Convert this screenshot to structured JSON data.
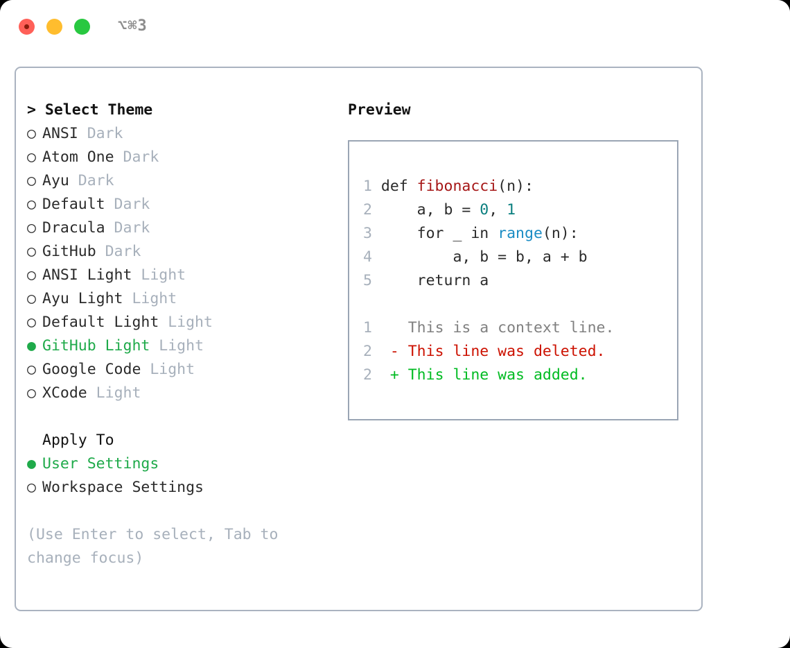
{
  "titlebar": {
    "shortcut": "⌥⌘3",
    "buttons": {
      "close": "close-button",
      "minimize": "minimize-button",
      "maximize": "maximize-button"
    },
    "colors": {
      "close": "#ff6058",
      "minimize": "#ffbd2e",
      "maximize": "#28c840"
    }
  },
  "theme_picker": {
    "heading": "> Select Theme",
    "radio_unselected_glyph": "○",
    "radio_selected_glyph": "●",
    "items": [
      {
        "name": "ANSI",
        "tag": "Dark",
        "selected": false
      },
      {
        "name": "Atom One",
        "tag": "Dark",
        "selected": false
      },
      {
        "name": "Ayu",
        "tag": "Dark",
        "selected": false
      },
      {
        "name": "Default",
        "tag": "Dark",
        "selected": false
      },
      {
        "name": "Dracula",
        "tag": "Dark",
        "selected": false
      },
      {
        "name": "GitHub",
        "tag": "Dark",
        "selected": false
      },
      {
        "name": "ANSI Light",
        "tag": "Light",
        "selected": false
      },
      {
        "name": "Ayu Light",
        "tag": "Light",
        "selected": false
      },
      {
        "name": "Default Light",
        "tag": "Light",
        "selected": false
      },
      {
        "name": "GitHub Light",
        "tag": "Light",
        "selected": true
      },
      {
        "name": "Google Code",
        "tag": "Light",
        "selected": false
      },
      {
        "name": "XCode",
        "tag": "Light",
        "selected": false
      }
    ]
  },
  "apply_to": {
    "heading": "Apply To",
    "items": [
      {
        "name": "User Settings",
        "selected": true
      },
      {
        "name": "Workspace Settings",
        "selected": false
      }
    ]
  },
  "hint": "(Use Enter to select, Tab to change focus)",
  "preview": {
    "title": "Preview",
    "code_lines": [
      {
        "number": "1",
        "tokens": [
          {
            "text": "def ",
            "style": "plain"
          },
          {
            "text": "fibonacci",
            "style": "fn"
          },
          {
            "text": "(n):",
            "style": "plain"
          }
        ]
      },
      {
        "number": "2",
        "tokens": [
          {
            "text": "    a, b = ",
            "style": "plain"
          },
          {
            "text": "0",
            "style": "num"
          },
          {
            "text": ", ",
            "style": "plain"
          },
          {
            "text": "1",
            "style": "num"
          }
        ]
      },
      {
        "number": "3",
        "tokens": [
          {
            "text": "    for _ in ",
            "style": "plain"
          },
          {
            "text": "range",
            "style": "call"
          },
          {
            "text": "(n):",
            "style": "plain"
          }
        ]
      },
      {
        "number": "4",
        "tokens": [
          {
            "text": "        a, b = b, a + b",
            "style": "plain"
          }
        ]
      },
      {
        "number": "5",
        "tokens": [
          {
            "text": "    return a",
            "style": "plain"
          }
        ]
      }
    ],
    "diff_lines": [
      {
        "number": "1",
        "marker": " ",
        "text": "This is a context line.",
        "kind": "context"
      },
      {
        "number": "2",
        "marker": "-",
        "text": "This line was deleted.",
        "kind": "deleted"
      },
      {
        "number": "2",
        "marker": "+",
        "text": "This line was added.",
        "kind": "added"
      }
    ]
  },
  "colors": {
    "accent_green": "#1faa4a",
    "muted": "#a7b0bb",
    "text": "#2b2b2b",
    "diff_add": "#00bb22",
    "diff_del": "#cc1100",
    "syntax_fn": "#a61717",
    "syntax_num": "#0a7f7f",
    "syntax_call": "#1a8cc4",
    "border": "#aab3c0"
  }
}
